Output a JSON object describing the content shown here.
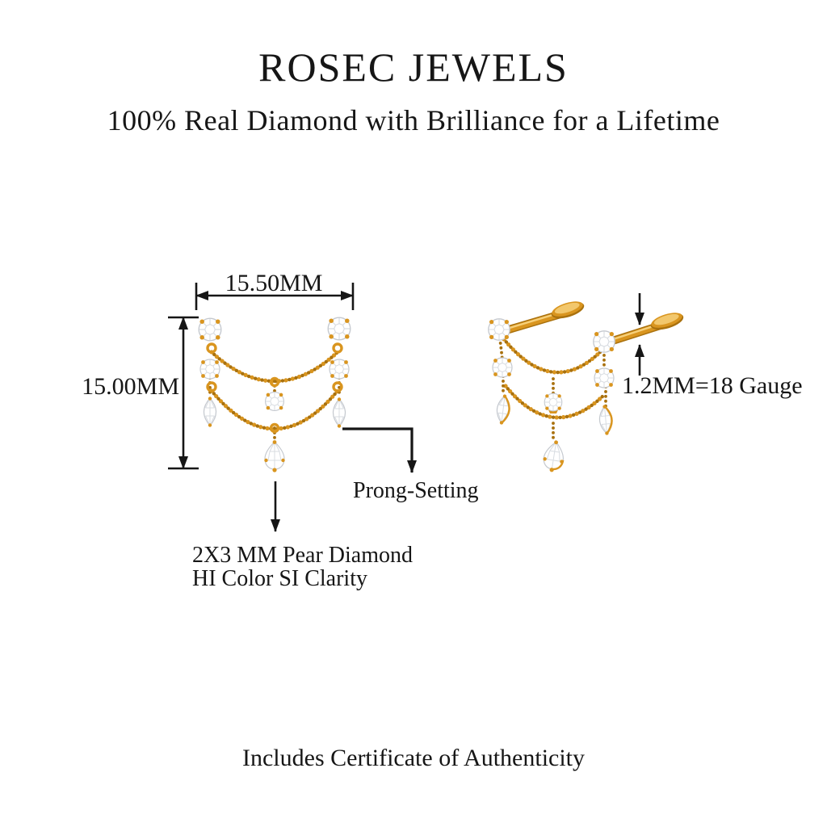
{
  "brand": {
    "title": "ROSEC JEWELS",
    "tagline": "100% Real Diamond with Brilliance for a Lifetime"
  },
  "annotations": {
    "width_label": "15.50MM",
    "height_label": "15.00MM",
    "gauge_label": "1.2MM=18 Gauge",
    "prong_label": "Prong-Setting",
    "pear_line1": "2X3 MM Pear Diamond",
    "pear_line2": "HI Color SI Clarity"
  },
  "footer": {
    "note": "Includes Certificate of Authenticity"
  },
  "illustrations": {
    "front_view": "diamond-chain-drop-earring-front-view",
    "side_view": "diamond-chain-drop-earring-side-view-with-labret-posts"
  },
  "colors": {
    "gold_dark": "#A9710E",
    "gold_mid": "#D9951F",
    "gold_light": "#F6D07A",
    "diamond_edge": "#C5C9CF",
    "diamond_facet": "#D8DCE1",
    "ink": "#161616",
    "background": "#FFFFFF"
  }
}
